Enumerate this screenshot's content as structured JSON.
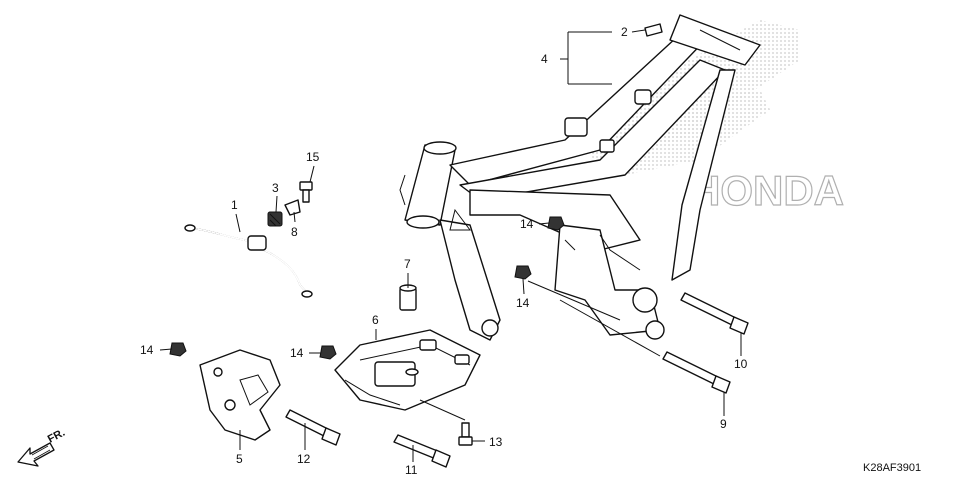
{
  "diagram": {
    "callouts": {
      "c1": "1",
      "c2": "2",
      "c3": "3",
      "c4": "4",
      "c5": "5",
      "c6": "6",
      "c7": "7",
      "c8": "8",
      "c9": "9",
      "c10": "10",
      "c11": "11",
      "c12": "12",
      "c13": "13",
      "c14a": "14",
      "c14b": "14",
      "c14c": "14",
      "c14d": "14",
      "c15": "15"
    },
    "front_arrow_label": "FR.",
    "figure_code": "K28AF3901",
    "watermark_brand": "HONDA"
  }
}
